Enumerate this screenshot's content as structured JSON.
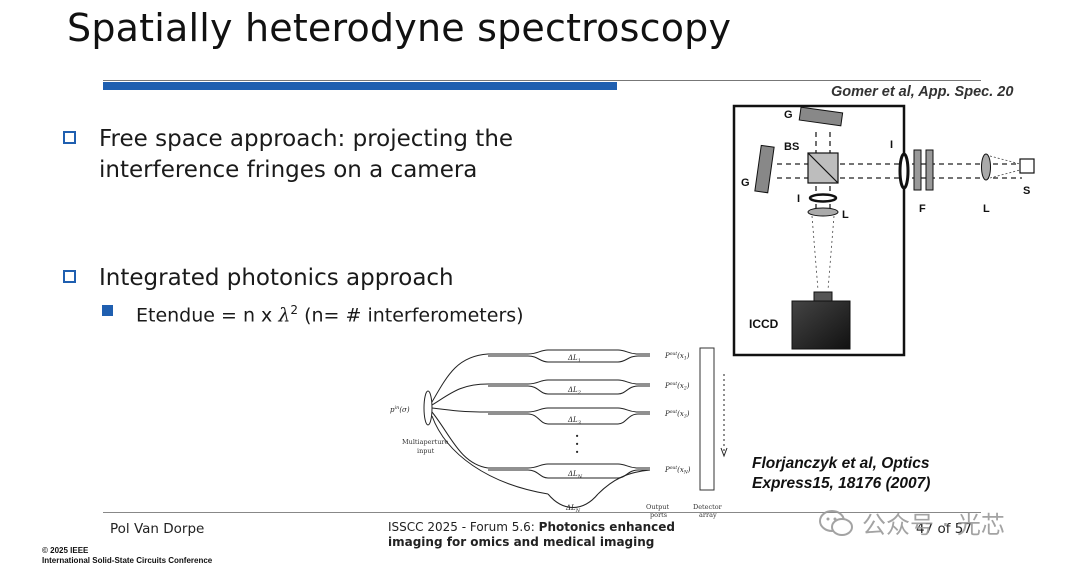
{
  "slide": {
    "title": "Spatially heterodyne spectroscopy",
    "ref_top": "Gomer et al, App. Spec. 20",
    "bullets": [
      {
        "lines": [
          "Free space approach: projecting the",
          "interference fringes on a camera"
        ]
      },
      {
        "lines": [
          "Integrated photonics approach"
        ]
      }
    ],
    "sub_bullet": {
      "prefix": "Etendue = n x ",
      "lambda": "λ",
      "exp": "2",
      "suffix": " (n= # interferometers)"
    },
    "ref_bottom": [
      "Florjanczyk et al, Optics",
      "Express15, 18176 (2007)"
    ]
  },
  "figure_top": {
    "labels": {
      "g_top": "G",
      "g_left": "G",
      "bs": "BS",
      "i_right": "I",
      "i_lower": "I",
      "l_lower": "L",
      "f": "F",
      "l_right": "L",
      "s": "S",
      "iccd": "ICCD"
    }
  },
  "figure_bottom": {
    "input_label": "p",
    "input_sup": "in",
    "input_arg": "(σ)",
    "multiaperture": [
      "Multiaperture",
      "input"
    ],
    "delays": [
      "ΔL",
      "ΔL",
      "ΔL",
      "ΔL"
    ],
    "delay_subs": [
      "1",
      "2",
      "3",
      "N"
    ],
    "outputs": [
      "P",
      "P",
      "P",
      "P"
    ],
    "output_sup": "out",
    "output_args": [
      "(x",
      "(x",
      "(x",
      "(x"
    ],
    "output_subs": [
      "1",
      "2",
      "3",
      "N"
    ],
    "output_ports": [
      "Output",
      "ports"
    ],
    "detector": [
      "Detector",
      "array"
    ],
    "dots": "·"
  },
  "footer": {
    "author": "Pol Van Dorpe",
    "conf_prefix": "ISSCC 2025 - Forum 5.6: ",
    "conf_bold": "Photonics enhanced",
    "conf_line2": "imaging for omics and medical imaging",
    "page": "47 of 57",
    "copyright": [
      "© 2025 IEEE",
      "International Solid-State Circuits Conference"
    ]
  },
  "watermark": {
    "text": "公众号 · 光芯"
  },
  "colors": {
    "accent": "#1f5fb0"
  }
}
